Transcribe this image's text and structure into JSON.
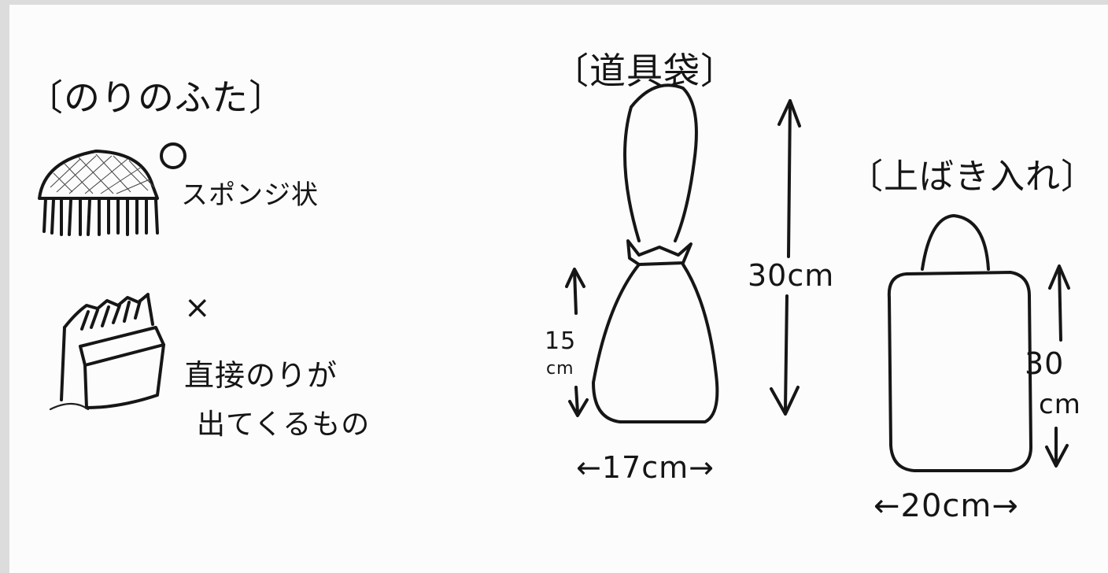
{
  "glue_cap": {
    "heading": "〔のりのふた〕",
    "good_mark": "○",
    "good_label": "スポンジ状",
    "bad_mark": "×",
    "bad_label_line1": "直接のりが",
    "bad_label_line2": "出てくるもの"
  },
  "tool_bag": {
    "heading": "〔道具袋〕",
    "total_height": "30cm",
    "pouch_height_line1": "15",
    "pouch_height_line2": "cm",
    "width": "←17cm→"
  },
  "shoe_bag": {
    "heading": "〔上ばき入れ〕",
    "height_line1": "30",
    "height_line2": "cm",
    "width": "←20cm→"
  }
}
